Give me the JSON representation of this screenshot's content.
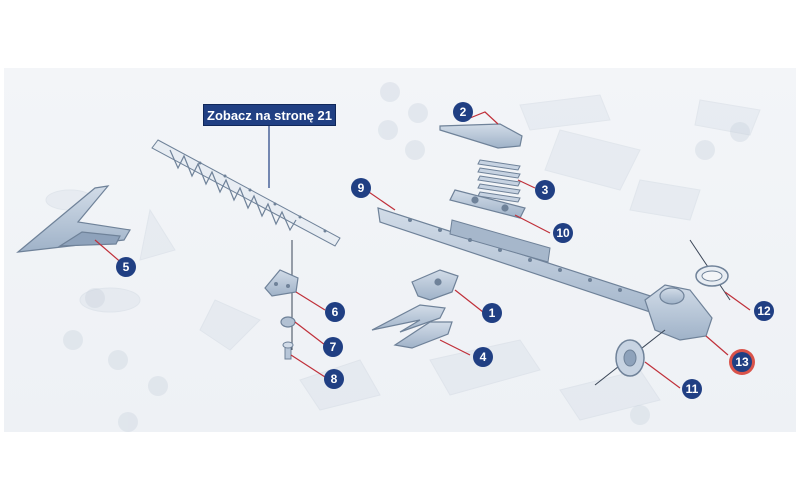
{
  "reference_box": {
    "text": "Zobacz na stronę 21"
  },
  "badges": [
    {
      "id": "1",
      "label": "1"
    },
    {
      "id": "2",
      "label": "2"
    },
    {
      "id": "3",
      "label": "3"
    },
    {
      "id": "4",
      "label": "4"
    },
    {
      "id": "5",
      "label": "5"
    },
    {
      "id": "6",
      "label": "6"
    },
    {
      "id": "7",
      "label": "7"
    },
    {
      "id": "8",
      "label": "8"
    },
    {
      "id": "9",
      "label": "9"
    },
    {
      "id": "10",
      "label": "10"
    },
    {
      "id": "11",
      "label": "11"
    },
    {
      "id": "12",
      "label": "12"
    },
    {
      "id": "13",
      "label": "13",
      "highlighted": true
    }
  ],
  "colors": {
    "badge_fill": "#203f83",
    "leader_line": "#c0303a",
    "highlight_ring": "#d9534a",
    "part_fill": "#b7c6d8",
    "part_stroke": "#6f8299"
  }
}
